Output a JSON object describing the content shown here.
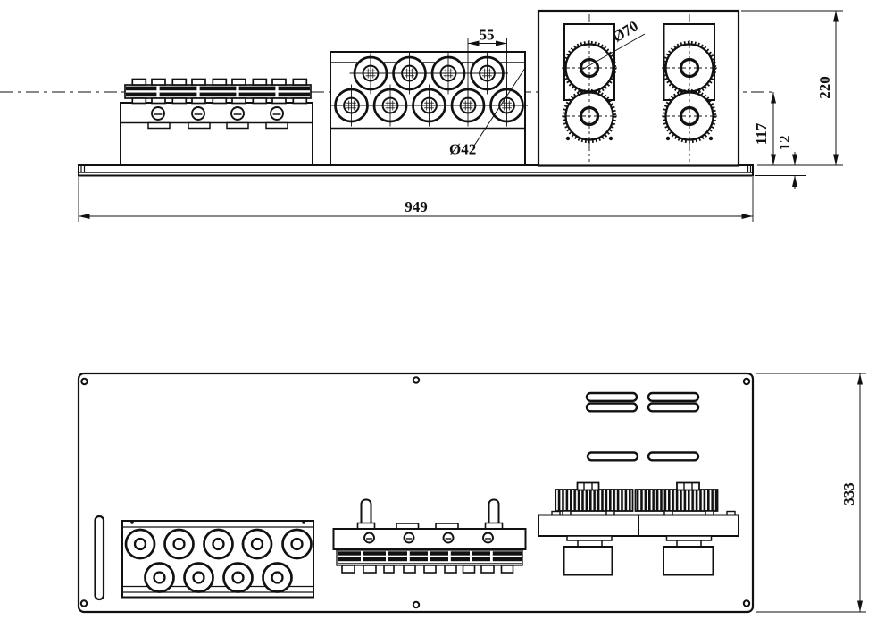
{
  "drawing": {
    "background": "#ffffff",
    "line_color": "#111111",
    "front_view": {
      "dim_pitch": "55",
      "dim_roller_small": "Ø42",
      "dim_roller_large": "Ø70",
      "dim_height_total": "220",
      "dim_height_centerline": "117",
      "dim_base_thickness": "12",
      "dim_length": "949"
    },
    "top_view": {
      "dim_width": "333"
    }
  }
}
